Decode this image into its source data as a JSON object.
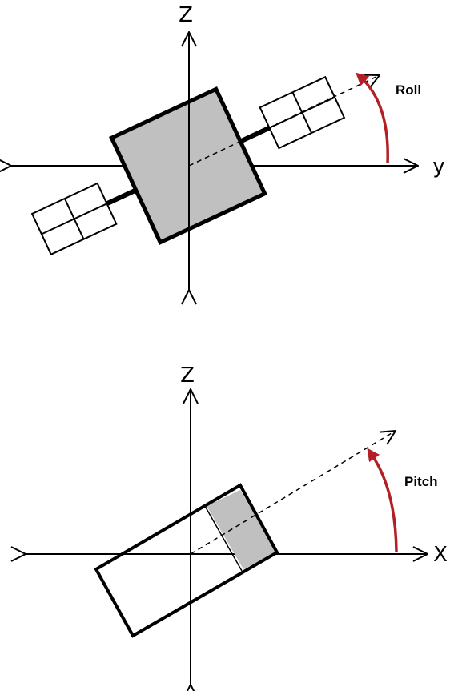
{
  "colors": {
    "line": "#000000",
    "body_fill": "#c0c0c0",
    "rotation_arrow": "#b22025",
    "panel_fill": "#ffffff"
  },
  "roll_diagram": {
    "vertical_axis_label": "Z",
    "horizontal_axis_label": "y",
    "rotation_label": "Roll",
    "rotation_arrow_icon": "curved-arrow-icon"
  },
  "pitch_diagram": {
    "vertical_axis_label": "Z",
    "horizontal_axis_label": "X",
    "rotation_label": "Pitch",
    "rotation_arrow_icon": "curved-arrow-icon"
  }
}
